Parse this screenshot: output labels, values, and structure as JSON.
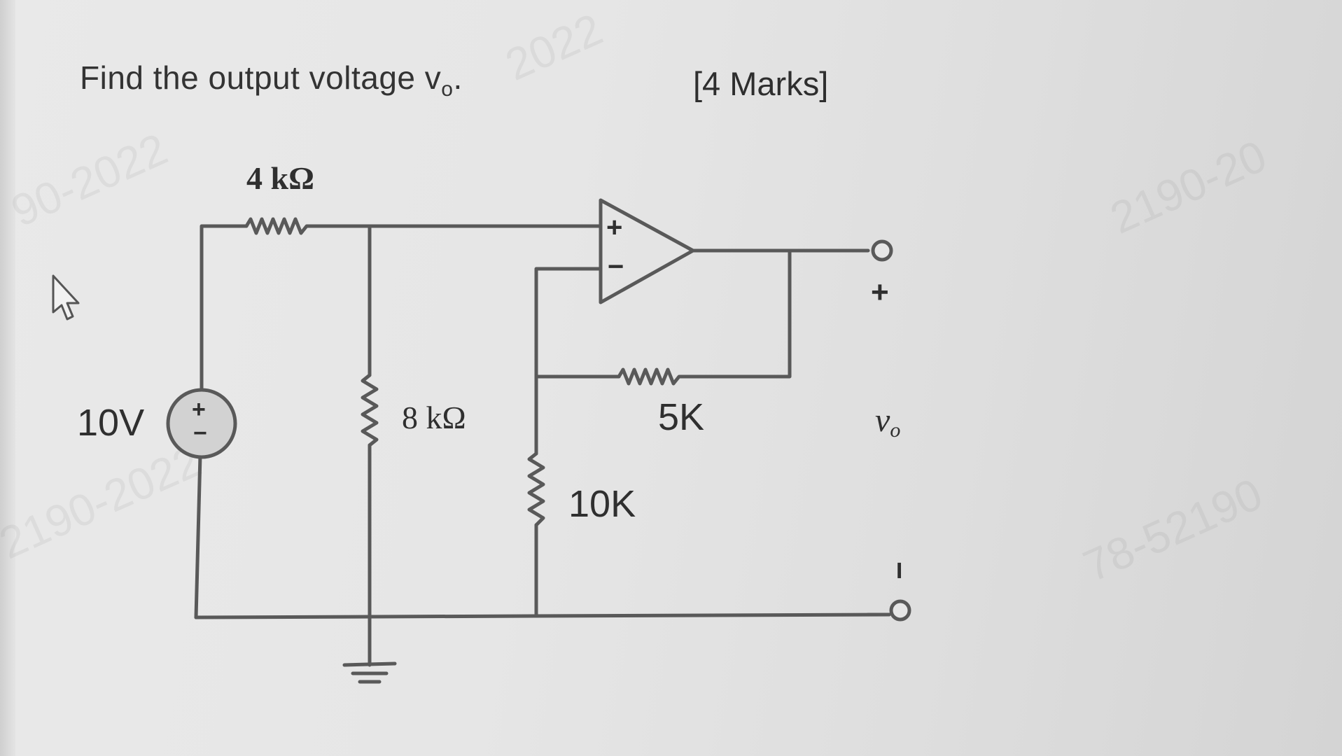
{
  "question": {
    "text": "Find the output voltage v",
    "subscript": "o",
    "period": ".",
    "marks": "[4 Marks]"
  },
  "circuit": {
    "source_label": "10V",
    "source_plus": "+",
    "source_minus": "−",
    "r1_label": "4 kΩ",
    "r2_label": "8 kΩ",
    "rf_label": "5K",
    "rg_label": "10K",
    "opamp_plus": "+",
    "opamp_minus": "−",
    "out_plus": "+",
    "out_minus": "−",
    "vo_label": "v",
    "vo_sub": "o"
  },
  "watermarks": [
    "90-2022",
    "2022",
    "2190-20",
    "2190-2022",
    "78-52190"
  ],
  "colors": {
    "wire": "#595959",
    "text": "#333333",
    "source_fill": "#cfcfcf"
  },
  "icons": {
    "cursor": "mouse-pointer-icon"
  }
}
